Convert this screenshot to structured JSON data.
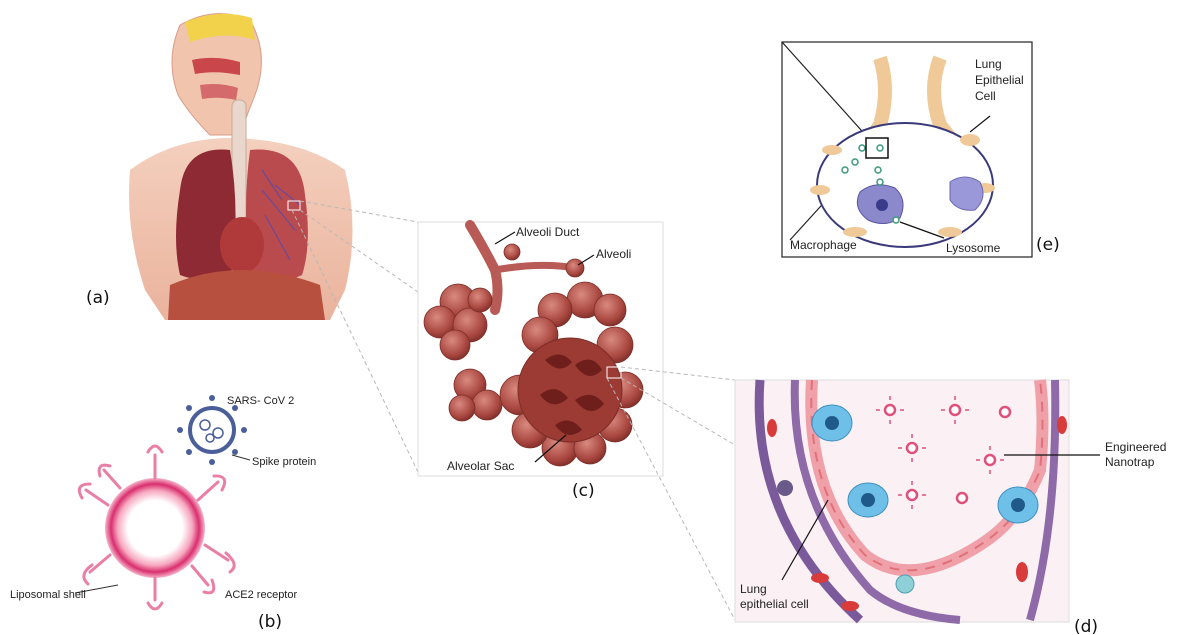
{
  "panels": {
    "a": {
      "tag": "(a)"
    },
    "b": {
      "tag": "(b)",
      "virus_label": "SARS- CoV 2",
      "spike_label": "Spike protein",
      "shell_label": "Liposomal shell",
      "receptor_label": "ACE2 receptor"
    },
    "c": {
      "tag": "(c)",
      "duct_label": "Alveoli Duct",
      "alveoli_label": "Alveoli",
      "sac_label": "Alveolar Sac"
    },
    "d": {
      "tag": "(d)",
      "nanotrap_label_1": "Engineered",
      "nanotrap_label_2": "Nanotrap",
      "epithelial_label_1": "Lung",
      "epithelial_label_2": "epithelial cell"
    },
    "e": {
      "tag": "(e)",
      "epithelial_label_1": "Lung",
      "epithelial_label_2": "Epithelial",
      "epithelial_label_3": "Cell",
      "macrophage_label": "Macrophage",
      "lysosome_label": "Lysosome"
    }
  },
  "colors": {
    "tissue": "#a8463f",
    "tissue_light": "#c9726a",
    "lung_left": "#8e2a33",
    "nanotrap": "#e0507a",
    "macrophage": "#5bb5e0",
    "vessel": "#7a5a9a",
    "skin": "#f2c6b0"
  }
}
